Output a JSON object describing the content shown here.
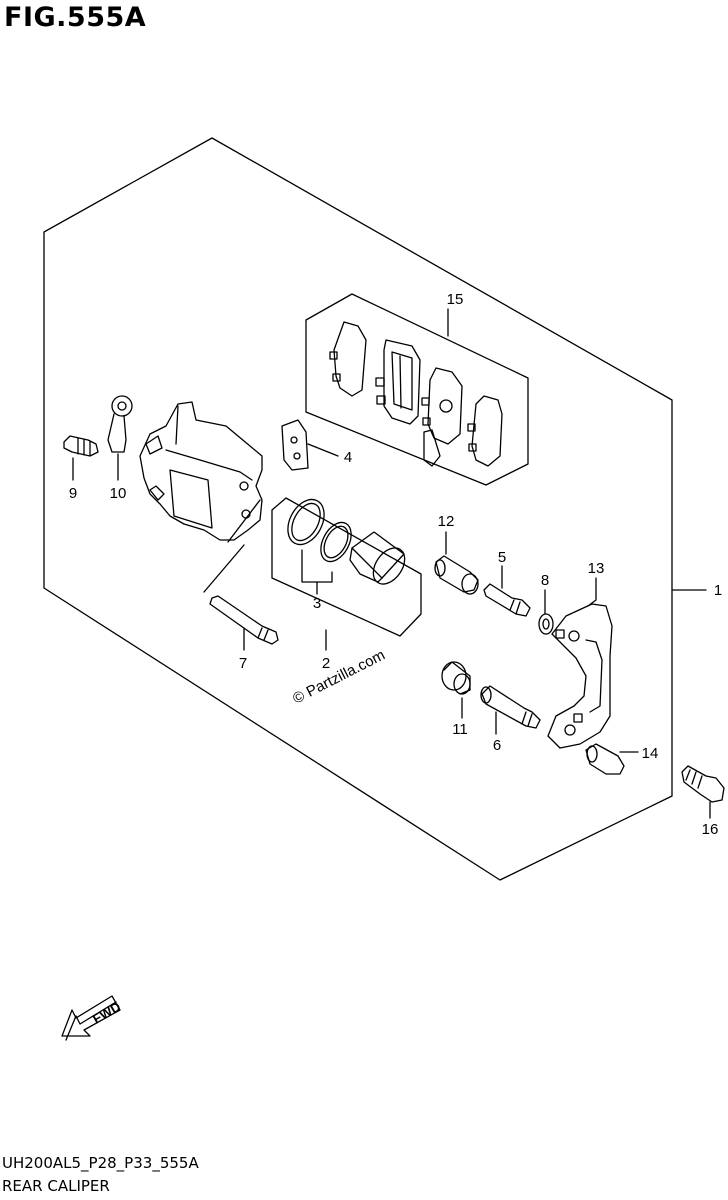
{
  "figure": {
    "title": "FIG.555A",
    "code": "UH200AL5_P28_P33_555A",
    "name": "REAR CALIPER",
    "watermark": "© Partzilla.com",
    "fwd_label": "FWD"
  },
  "callouts": [
    "1",
    "2",
    "3",
    "4",
    "5",
    "6",
    "7",
    "8",
    "9",
    "10",
    "11",
    "12",
    "13",
    "14",
    "15",
    "16"
  ],
  "colors": {
    "ink": "#000000",
    "paper": "#ffffff"
  }
}
